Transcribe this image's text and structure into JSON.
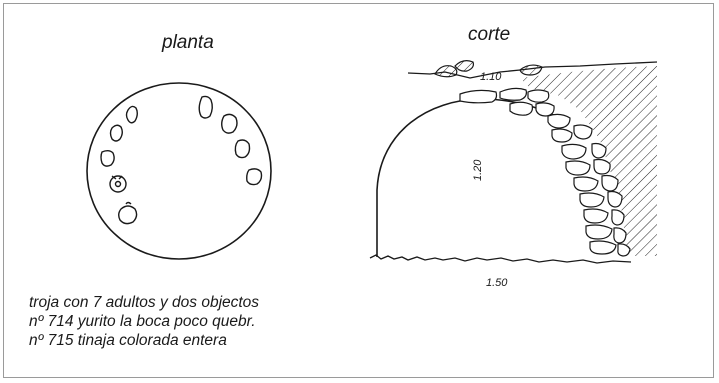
{
  "diagram": {
    "plan": {
      "title": "planta",
      "vessel_count": 7,
      "object_count": 2
    },
    "section": {
      "title": "corte",
      "dimensions": {
        "top_width": "1.10",
        "height": "1.20",
        "base_width": "1.50"
      }
    },
    "caption": [
      "troja con 7 adultos y dos objectos",
      "nº 714 yurito la boca poco quebr.",
      "nº 715 tinaja colorada entera"
    ]
  }
}
